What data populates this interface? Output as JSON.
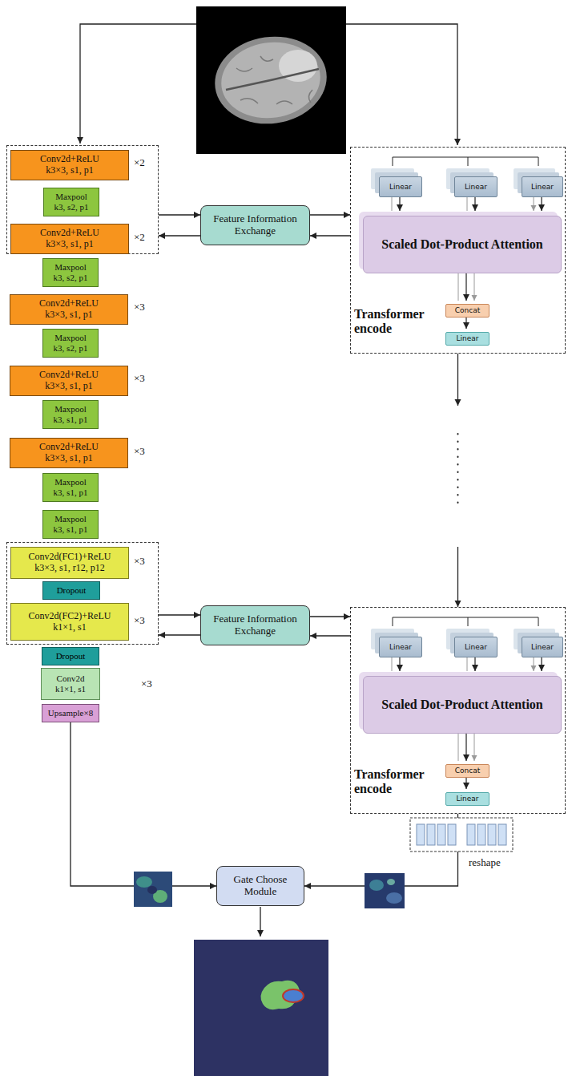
{
  "diagram": {
    "nodes": [
      {
        "text": [
          "×2",
          "×2"
        ]
      },
      {
        "text": [
          "Conv2d+ReLU k3×3, s1, p1"
        ],
        "in": 0
      },
      {
        "text": [
          "Maxpool k3, s2, p1"
        ],
        "in": 0
      },
      {
        "text": [
          "Conv2d+ReLU k3×3, s1, p1"
        ],
        "in": 0
      },
      {
        "text": [
          "Maxpool k3, s2, p1"
        ]
      },
      {
        "text": [
          "Conv2d+ReLU k3×3, s1, p1"
        ]
      },
      {
        "text": [
          "Maxpool k3, s2, p1"
        ]
      },
      {
        "text": [
          "Conv2d+ReLU k3×3, s1, p1"
        ]
      },
      {
        "text": [
          "Maxpool k3, s1, p1"
        ]
      },
      {
        "text": [
          "Conv2d+ReLU k3×3, s1, p1"
        ]
      },
      {
        "text": [
          "Maxpool k3, s1, p1"
        ]
      },
      {
        "text": [
          "Maxpool k3, s1, p1"
        ]
      },
      {
        "text": [
          "×3",
          "×3"
        ]
      },
      {
        "text": [
          "Conv2d(FC1)+ReLU k3×3, s1, r12, p12"
        ],
        "in": 12
      },
      {
        "text": [
          "Dropout"
        ],
        "in": 12
      },
      {
        "text": [
          "Conv2d(FC2)+ReLU k1×1, s1"
        ],
        "in": 12
      },
      {
        "text": [
          "Dropout"
        ]
      },
      {
        "text": [
          "Conv2d k1×1, s1"
        ]
      },
      {
        "text": [
          "Upsample×8"
        ]
      },
      {
        "text": [
          "Feature Information Exchange"
        ]
      },
      {
        "text": [
          "Feature Information Exchange"
        ]
      },
      {
        "text": [
          "Transformer encode"
        ]
      },
      {
        "text": [
          "Linear"
        ],
        "in": 21
      },
      {
        "text": [
          "Linear"
        ],
        "in": 21
      },
      {
        "text": [
          "Linear"
        ],
        "in": 21
      },
      {
        "text": [
          "Scaled Dot-Product Attention"
        ],
        "in": 21
      },
      {
        "text": [
          "Concat"
        ],
        "in": 21
      },
      {
        "text": [
          "Linear"
        ],
        "in": 21
      },
      {
        "text": [
          "Transformer encode"
        ]
      },
      {
        "text": [
          "Linear"
        ],
        "in": 28
      },
      {
        "text": [
          "Linear"
        ],
        "in": 28
      },
      {
        "text": [
          "Linear"
        ],
        "in": 28
      },
      {
        "text": [
          "Scaled Dot-Product Attention"
        ],
        "in": 28
      },
      {
        "text": [
          "Concat"
        ],
        "in": 28
      },
      {
        "text": [
          "Linear"
        ],
        "in": 28
      },
      {
        "text": [
          "Gate Choose Module"
        ]
      }
    ],
    "edges": [
      {
        "from": 0,
        "to": 19,
        "arrow": "to"
      },
      {
        "from": 19,
        "to": 0,
        "arrow": "to"
      },
      {
        "from": 19,
        "to": 21,
        "arrow": "to"
      },
      {
        "from": 21,
        "to": 19,
        "arrow": "to"
      },
      {
        "from": 12,
        "to": 20,
        "arrow": "to"
      },
      {
        "from": 20,
        "to": 12,
        "arrow": "to"
      },
      {
        "from": 20,
        "to": 28,
        "arrow": "to"
      },
      {
        "from": 28,
        "to": 20,
        "arrow": "to"
      },
      {
        "from": 21,
        "to": 28,
        "arrow": "to"
      },
      {
        "from": 18,
        "to": 35,
        "arrow": "to"
      },
      {
        "from": 28,
        "to": 35,
        "arrow": "to"
      }
    ],
    "labels": [
      "×3",
      "×3",
      "×3",
      "×3",
      "reshape"
    ]
  }
}
